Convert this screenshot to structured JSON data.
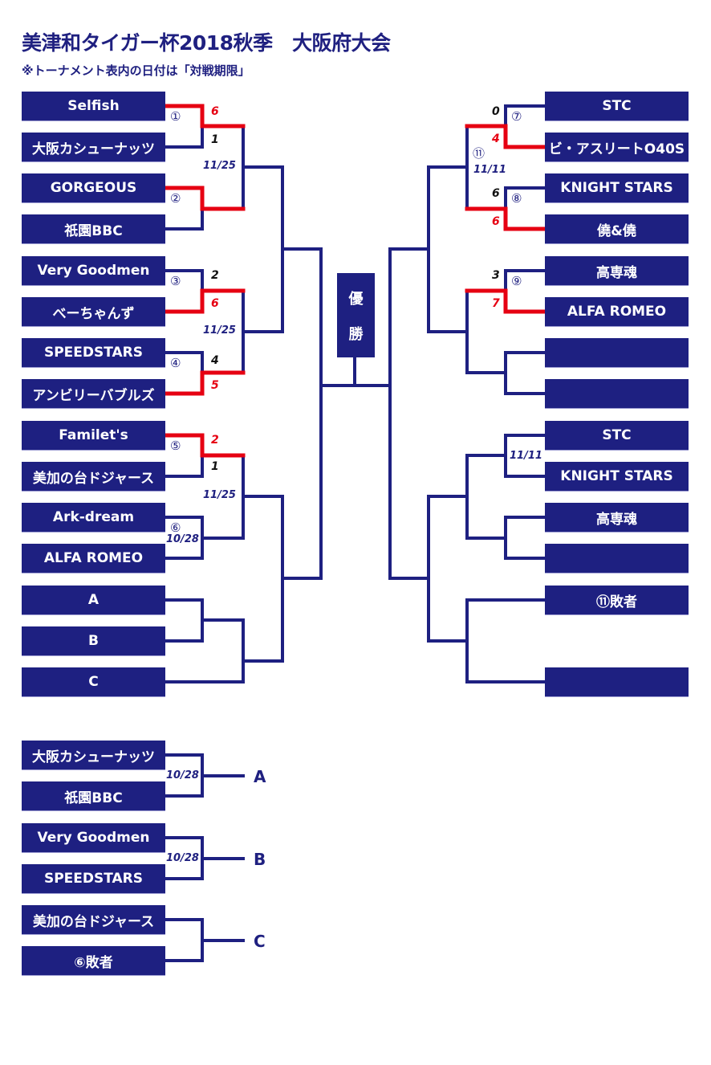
{
  "header": {
    "title": "美津和タイガー杯2018秋季　大阪府大会",
    "note": "※トーナメント表内の日付は「対戦期限」"
  },
  "champion": {
    "line1": "優",
    "line2": "勝"
  },
  "left_teams": [
    "Selfish",
    "大阪カシューナッツ",
    "GORGEOUS",
    "祇園BBC",
    "Very Goodmen",
    "べーちゃんず",
    "SPEEDSTARS",
    "アンビリーバブルズ",
    "Familet's",
    "美加の台ドジャース",
    "Ark-dream",
    "ALFA ROMEO",
    "A",
    "B",
    "C"
  ],
  "right_teams": [
    "STC",
    "ビ・アスリートO40S",
    "KNIGHT STARS",
    "僥&僥",
    "高専魂",
    "ALFA ROMEO",
    "",
    "",
    "STC",
    "KNIGHT STARS",
    "高専魂",
    "",
    "⑪敗者",
    "",
    ""
  ],
  "match_numbers": [
    "①",
    "②",
    "③",
    "④",
    "⑤",
    "⑥",
    "⑦",
    "⑧",
    "⑨",
    "⑪"
  ],
  "scores": {
    "m1": [
      "6",
      "1"
    ],
    "m3": [
      "2",
      "6"
    ],
    "m4": [
      "4",
      "5"
    ],
    "m5": [
      "2",
      "1"
    ],
    "m7": [
      "0",
      "4"
    ],
    "m8": [
      "6",
      "6"
    ],
    "m9": [
      "3",
      "7"
    ]
  },
  "dates": {
    "l1": "11/25",
    "l2": "11/25",
    "l3": "11/25",
    "m6": "10/28",
    "r1": "11/11",
    "r2": "11/11",
    "pa": "10/28",
    "pb": "10/28"
  },
  "playoffs": [
    {
      "teams": [
        "大阪カシューナッツ",
        "祇園BBC"
      ],
      "label": "A"
    },
    {
      "teams": [
        "Very Goodmen",
        "SPEEDSTARS"
      ],
      "label": "B"
    },
    {
      "teams": [
        "美加の台ドジャース",
        "⑥敗者"
      ],
      "label": "C"
    }
  ],
  "colors": {
    "navy": "#1e2081",
    "red": "#e60012"
  }
}
